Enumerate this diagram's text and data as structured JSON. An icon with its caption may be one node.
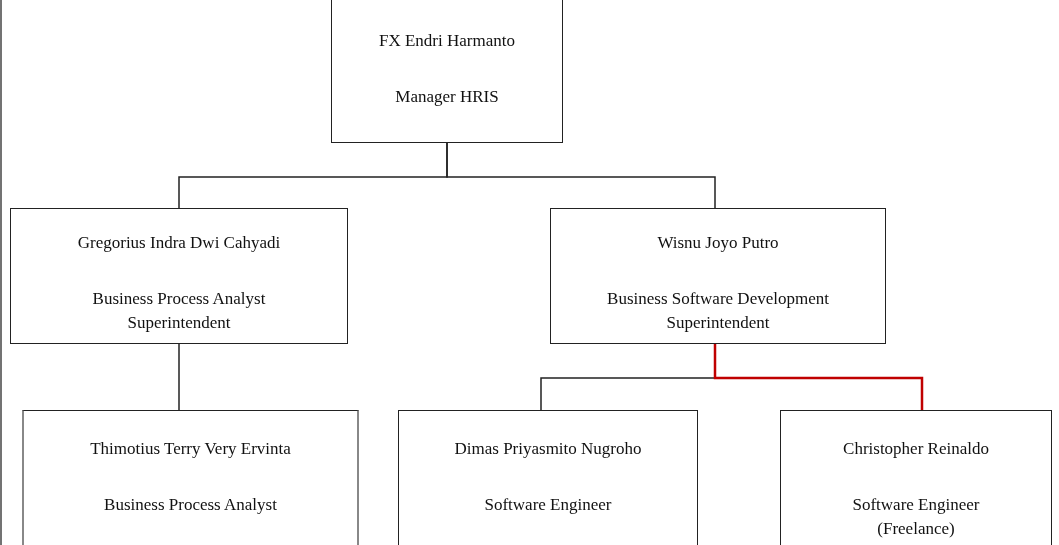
{
  "diagram": {
    "nodes": [
      {
        "text": [
          "FX Endri Harmanto",
          "Manager HRIS"
        ]
      },
      {
        "text": [
          "Gregorius Indra Dwi Cahyadi",
          "Business Process Analyst Superintendent"
        ]
      },
      {
        "text": [
          "Wisnu Joyo Putro",
          "Business Software Development Superintendent"
        ]
      },
      {
        "text": [
          "Thimotius Terry Very Ervinta",
          "Business Process Analyst"
        ]
      },
      {
        "text": [
          "Dimas Priyasmito Nugroho",
          "Software Engineer"
        ]
      },
      {
        "text": [
          "Christopher Reinaldo",
          "Software Engineer (Freelance)"
        ]
      }
    ],
    "edges": [
      {
        "from": 0,
        "to": 1,
        "arrow": "none"
      },
      {
        "from": 0,
        "to": 2,
        "arrow": "none"
      },
      {
        "from": 1,
        "to": 3,
        "arrow": "none"
      },
      {
        "from": 2,
        "to": 4,
        "arrow": "none"
      },
      {
        "from": 2,
        "to": 5,
        "arrow": "none",
        "color": "#c00000"
      }
    ]
  }
}
